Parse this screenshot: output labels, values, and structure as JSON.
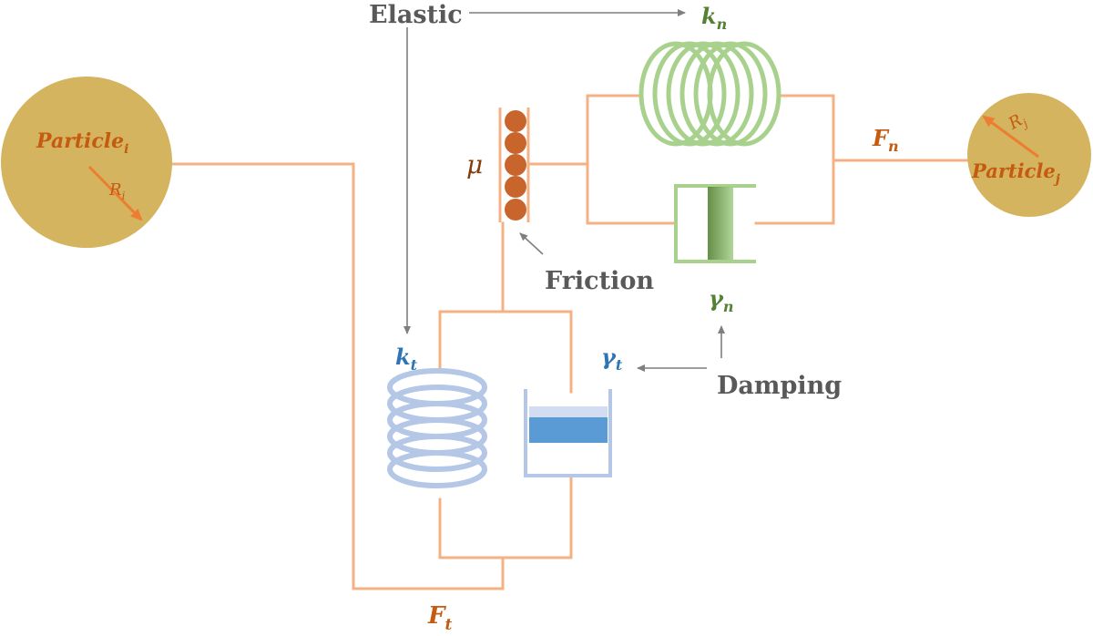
{
  "labels": {
    "elastic": "Elastic",
    "friction": "Friction",
    "damping": "Damping",
    "kn": "k",
    "kn_sub": "n",
    "kt": "k",
    "kt_sub": "t",
    "gamma_n": "γ",
    "gamma_n_sub": "n",
    "gamma_t": "γ",
    "gamma_t_sub": "t",
    "mu": "μ",
    "fn": "F",
    "fn_sub": "n",
    "ft": "F",
    "ft_sub": "t",
    "particle_i": "Particle",
    "particle_i_sub": "i",
    "particle_j": "Particle",
    "particle_j_sub": "j",
    "ri": "R",
    "ri_sub": "i",
    "rj": "R",
    "rj_sub": "j"
  },
  "colors": {
    "wire": "#f4b183",
    "particle": "#d4b45e",
    "particle_text": "#c55a11",
    "friction_ball": "#c8652c",
    "green_spring": "#a9d18e",
    "green_dark": "#548235",
    "green_label": "#538135",
    "blue_spring": "#b4c7e7",
    "blue_fill": "#5b9bd5",
    "blue_label": "#2e75b6",
    "gray_text": "#595959",
    "arrow_gray": "#7f7f7f",
    "mu_color": "#843c0c"
  }
}
